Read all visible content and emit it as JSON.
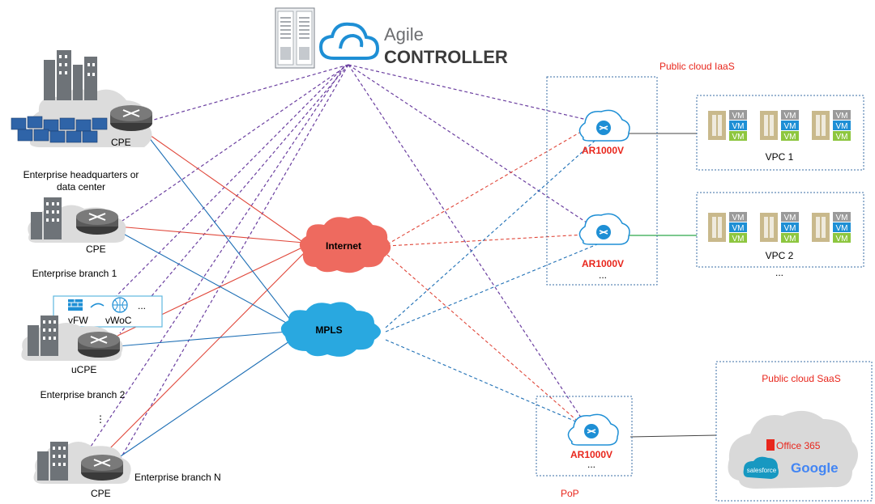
{
  "controller": {
    "agile": "Agile",
    "controller": "CONTROLLER"
  },
  "sites": [
    {
      "device": "CPE",
      "label": "Enterprise headquarters or",
      "label2": "data center"
    },
    {
      "device": "CPE",
      "label": "Enterprise branch 1"
    },
    {
      "device": "uCPE",
      "label": "Enterprise branch 2",
      "vnfs": [
        "vFW",
        "vWoC",
        "..."
      ]
    },
    {
      "ellipsis": "⋮"
    },
    {
      "device": "CPE",
      "label": "Enterprise branch N"
    }
  ],
  "networks": {
    "internet": "Internet",
    "mpls": "MPLS"
  },
  "iaas": {
    "title": "Public cloud IaaS",
    "gateways": [
      "AR1000V",
      "AR1000V"
    ],
    "more": "...",
    "vm_label": "VM",
    "vpcs": [
      "VPC 1",
      "VPC 2"
    ],
    "vpc_more": "..."
  },
  "pop": {
    "title": "PoP",
    "gateway": "AR1000V",
    "more": "..."
  },
  "saas": {
    "title": "Public cloud SaaS",
    "apps": [
      "Office 365",
      "salesforce",
      "Google"
    ]
  },
  "colors": {
    "internet": "#ee6a5f",
    "mpls": "#29a8e0",
    "accent_red": "#e8261c",
    "controller_link": "#6b3fa0",
    "mpls_link": "#1e6fb5",
    "internet_link": "#e0473a"
  }
}
